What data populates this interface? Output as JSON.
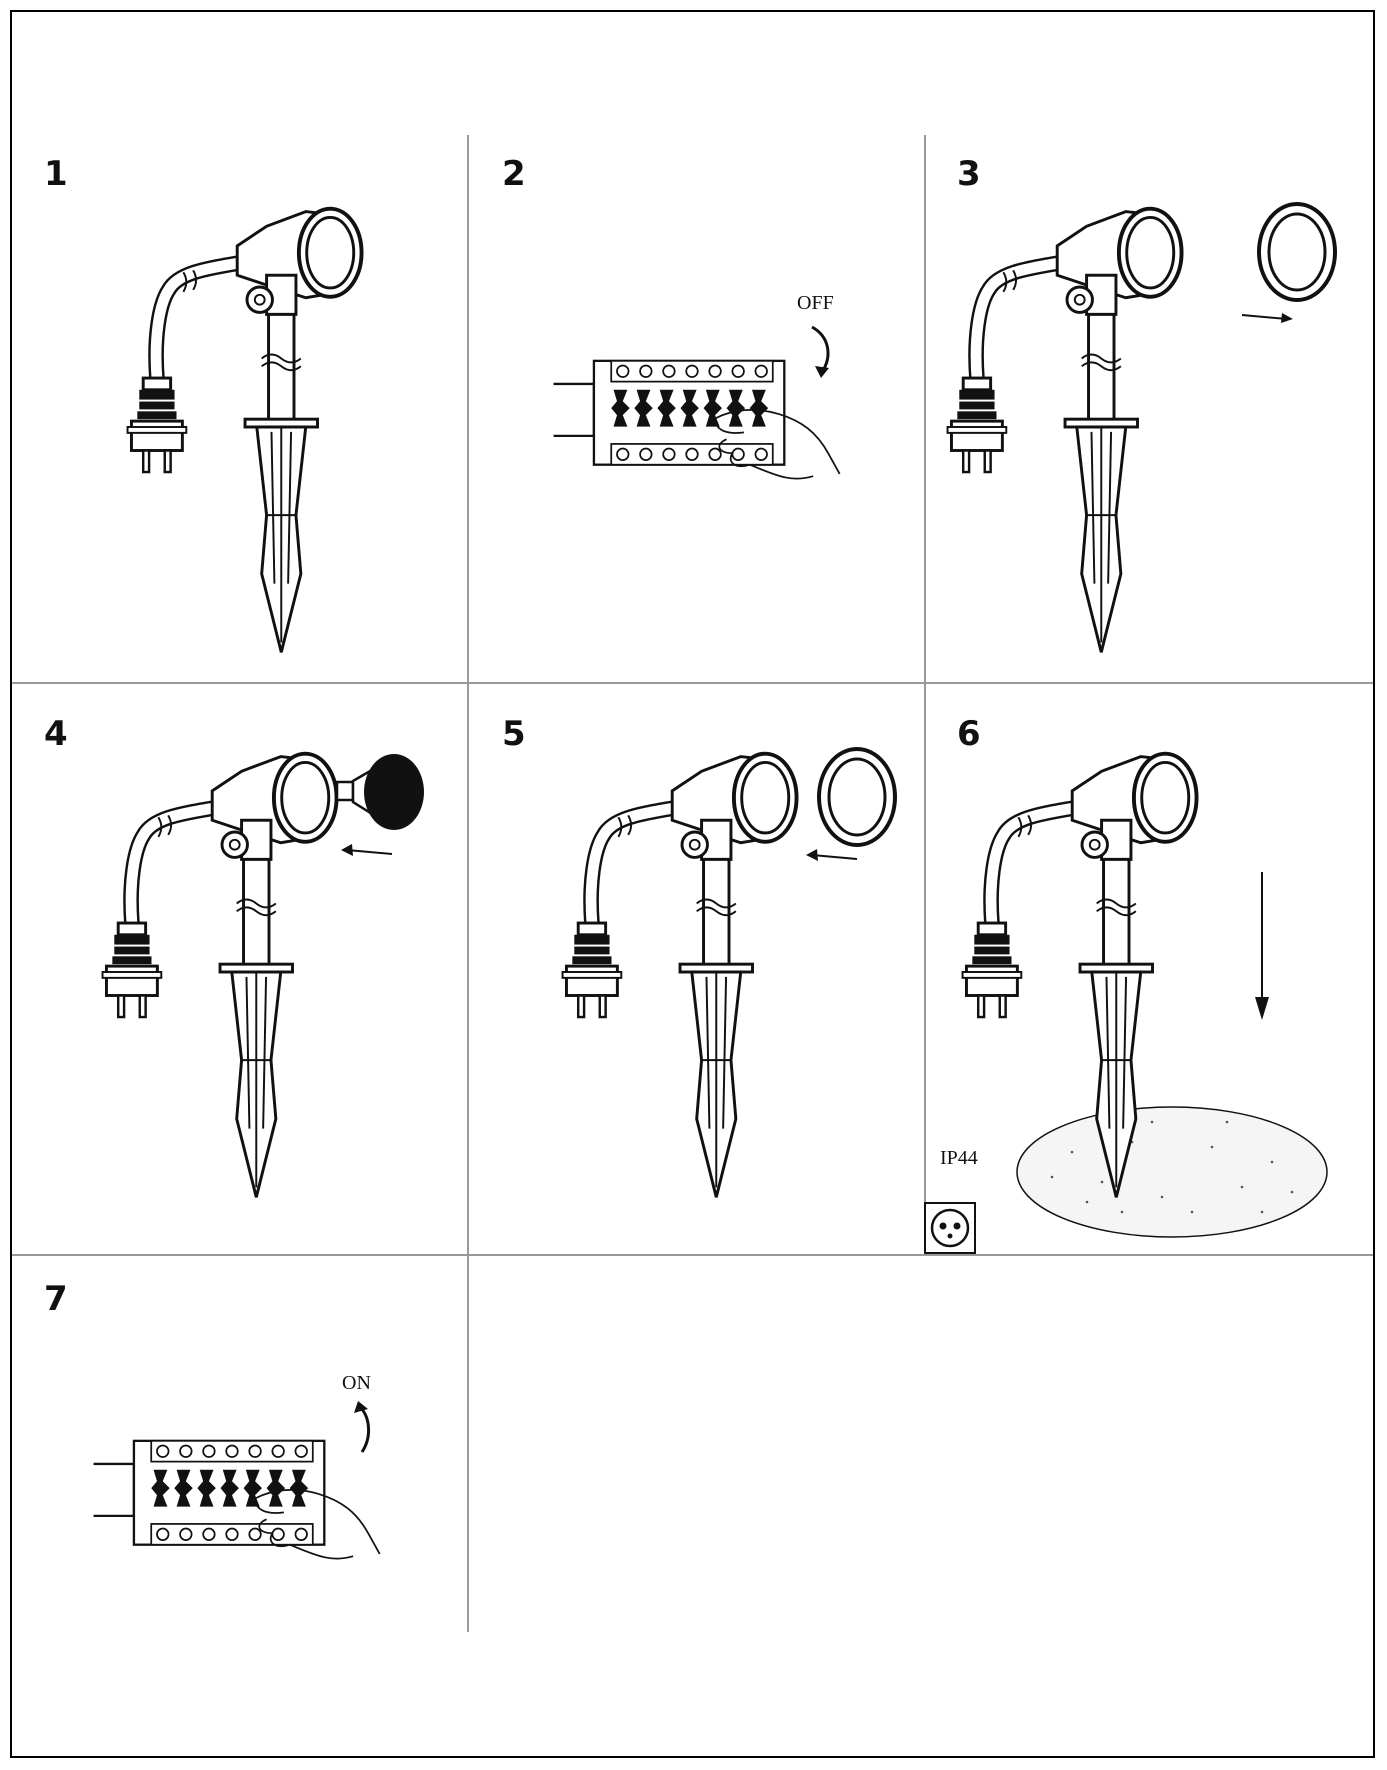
{
  "document": {
    "steps": [
      {
        "number": "1",
        "action": "product-overview"
      },
      {
        "number": "2",
        "action": "switch-off",
        "label": "OFF"
      },
      {
        "number": "3",
        "action": "remove-front-cover"
      },
      {
        "number": "4",
        "action": "insert-bulb"
      },
      {
        "number": "5",
        "action": "reattach-front-cover"
      },
      {
        "number": "6",
        "action": "push-into-ground",
        "rating": "IP44",
        "symbol": "socket-icon"
      },
      {
        "number": "7",
        "action": "switch-on",
        "label": "ON"
      }
    ]
  },
  "colors": {
    "ink": "#111111",
    "border": "#000000",
    "grid": "#9a9a9a",
    "ground": "#f5f5f5"
  }
}
